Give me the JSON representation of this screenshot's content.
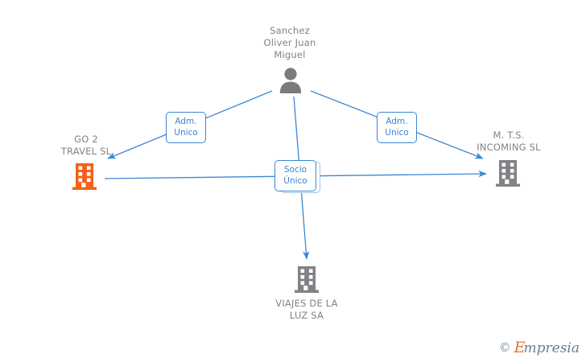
{
  "diagram": {
    "type": "entity-relationship-graph",
    "background_color": "#ffffff",
    "edge_color": "#3b87d4",
    "person_color": "#7b7b7b",
    "company_color_gray": "#808285",
    "company_color_highlight": "#f4611a",
    "nodes": [
      {
        "id": "person",
        "kind": "person",
        "label": "Sanchez\nOliver Juan\nMiguel",
        "icon": "person-icon",
        "color": "#7b7b7b"
      },
      {
        "id": "go2travel",
        "kind": "company",
        "label": "GO 2\nTRAVEL  SL",
        "icon": "building-icon",
        "color": "#f4611a",
        "highlighted": true
      },
      {
        "id": "mts",
        "kind": "company",
        "label": "M. T.S.\nINCOMING SL",
        "icon": "building-icon",
        "color": "#808285",
        "highlighted": false
      },
      {
        "id": "viajes",
        "kind": "company",
        "label": "VIAJES DE LA\nLUZ SA",
        "icon": "building-icon",
        "color": "#808285",
        "highlighted": false
      }
    ],
    "edges": [
      {
        "id": "e1",
        "from": "person",
        "to": "go2travel",
        "label": "Adm.\nUnico"
      },
      {
        "id": "e2",
        "from": "person",
        "to": "mts",
        "label": "Adm.\nUnico"
      },
      {
        "id": "e3",
        "from": "person",
        "to": "viajes",
        "label": "Socio\nÚnico"
      },
      {
        "id": "e4",
        "from": "go2travel",
        "to": "mts",
        "label": "Socio\nÚnico"
      }
    ]
  },
  "watermark": {
    "copyright_symbol": "©",
    "brand_initial": "E",
    "brand_rest": "mpresia"
  }
}
